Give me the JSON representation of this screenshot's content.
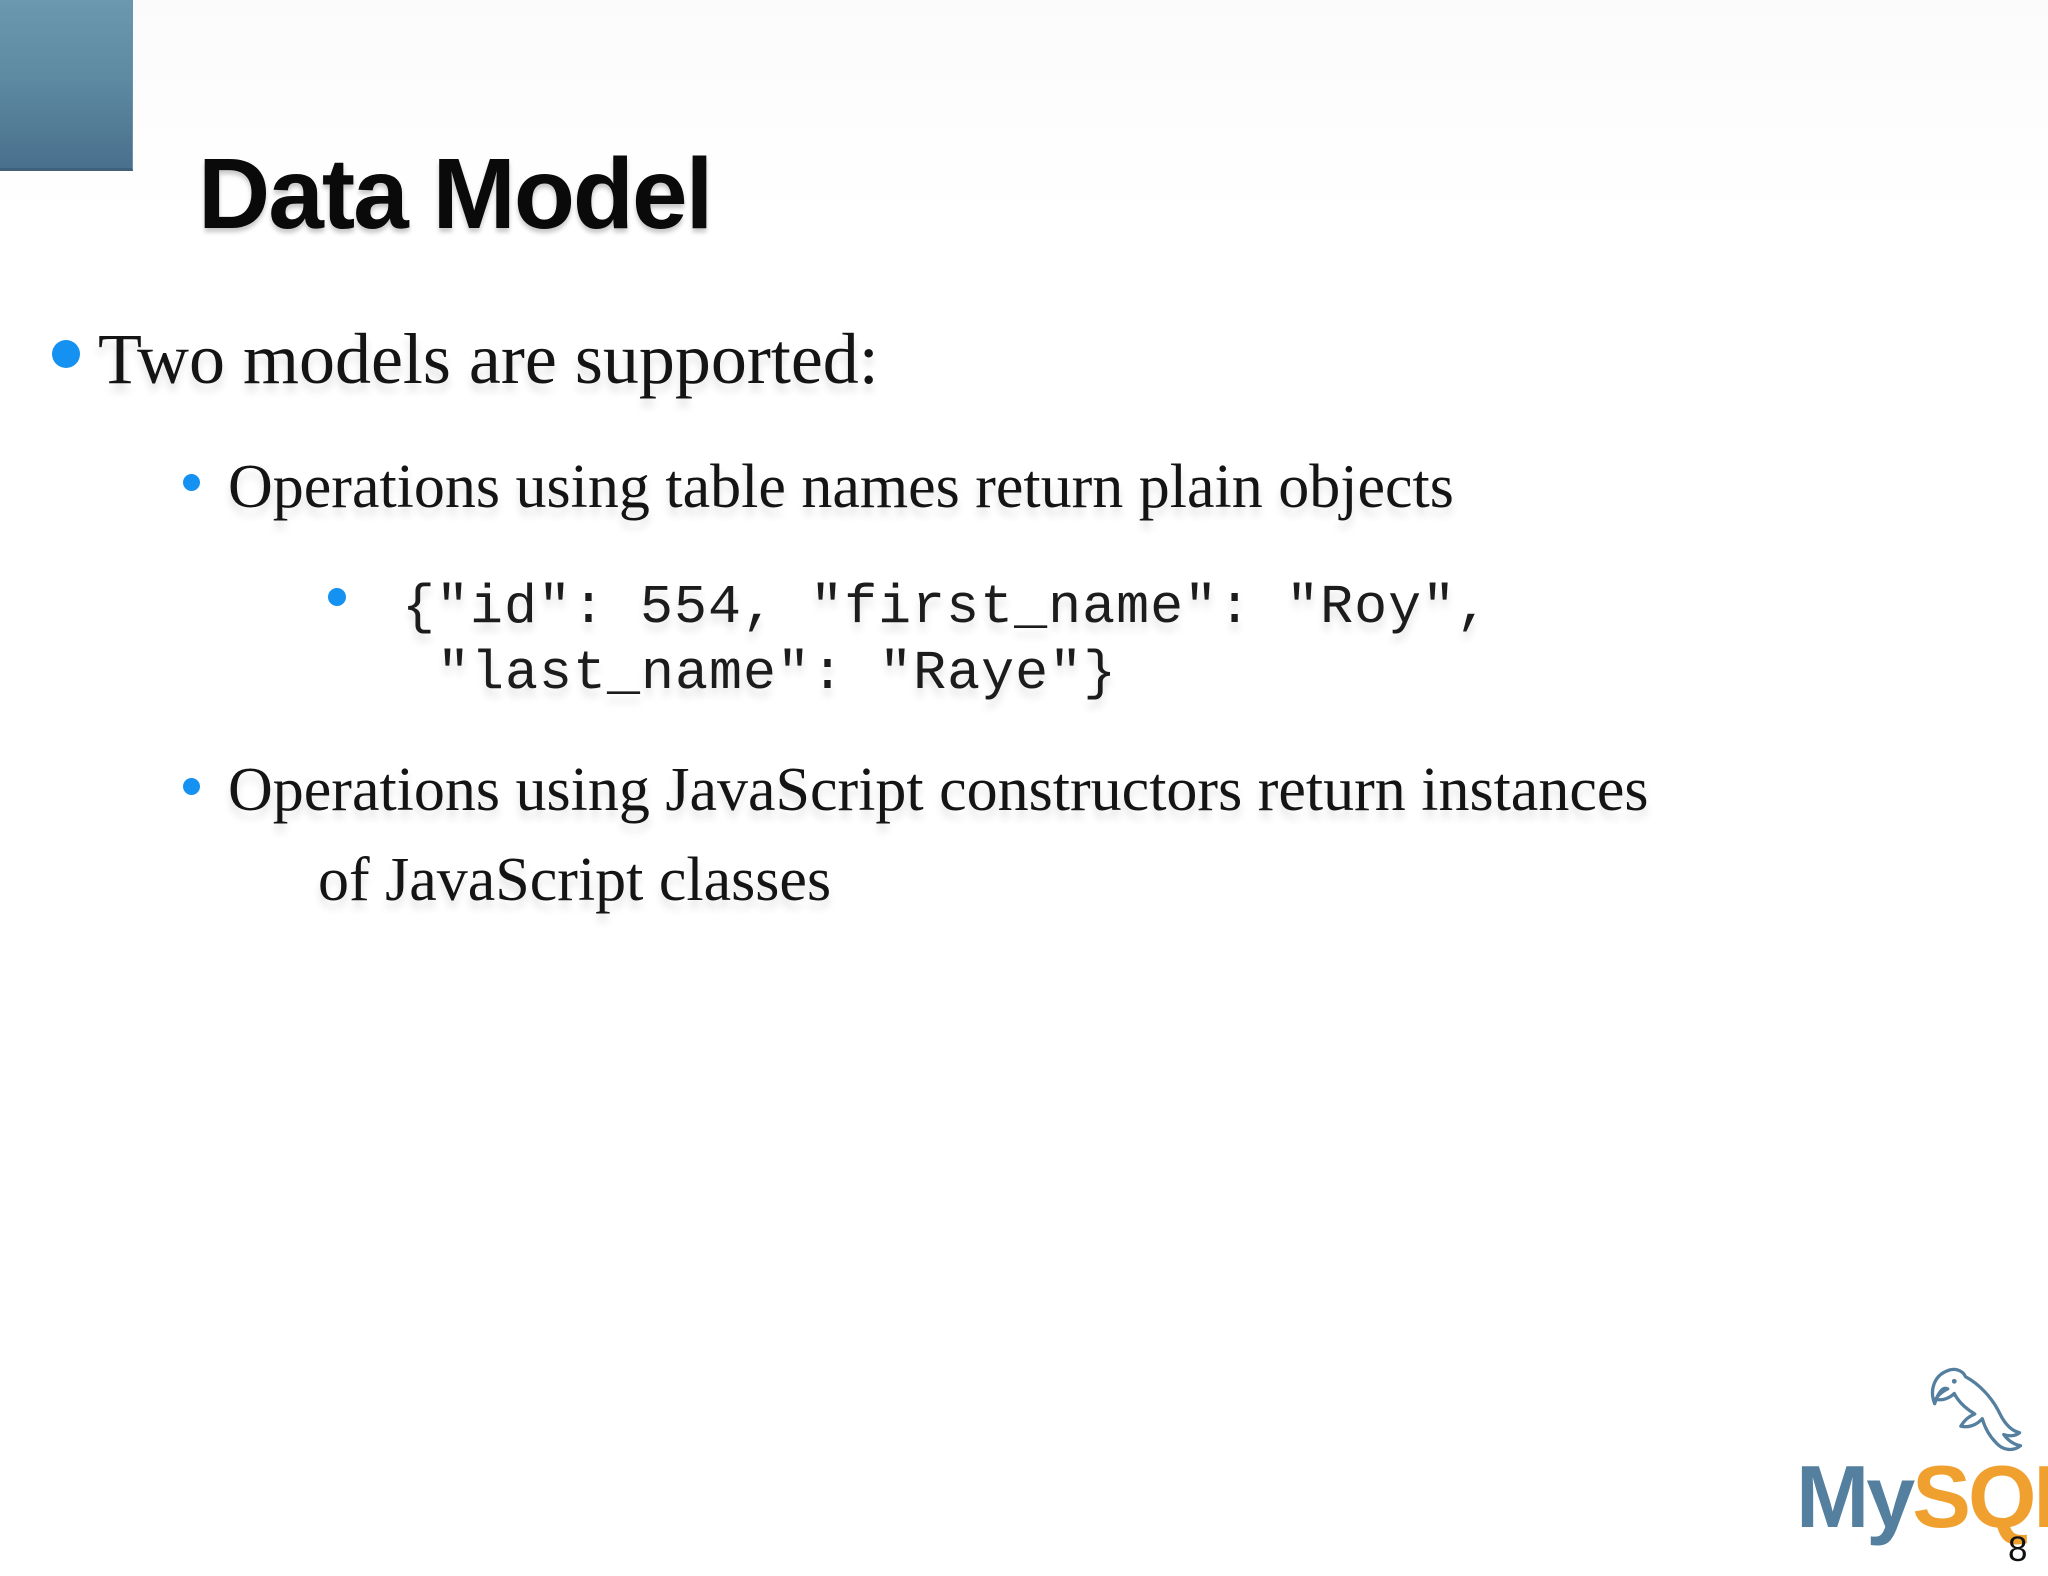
{
  "slide": {
    "title": "Data Model",
    "page_number": "8"
  },
  "content": {
    "bullet1": "Two models are supported:",
    "sub_bullet1": "Operations using table names return plain objects",
    "code_line1": "{\"id\": 554, \"first_name\": \"Roy\",",
    "code_line2": "\"last_name\": \"Raye\"}",
    "sub_bullet2_line1": "Operations using JavaScript constructors return instances",
    "sub_bullet2_line2": "of JavaScript classes"
  },
  "logo": {
    "name": "MySQL",
    "text_my": "My",
    "text_sql": "SQL",
    "trademark": "™"
  },
  "colors": {
    "bullet_blue": "#1591f1",
    "corner_square_top": "#6c98af",
    "corner_square_bottom": "#49708d",
    "logo_blue": "#557f9e",
    "logo_orange": "#f0a02f"
  }
}
